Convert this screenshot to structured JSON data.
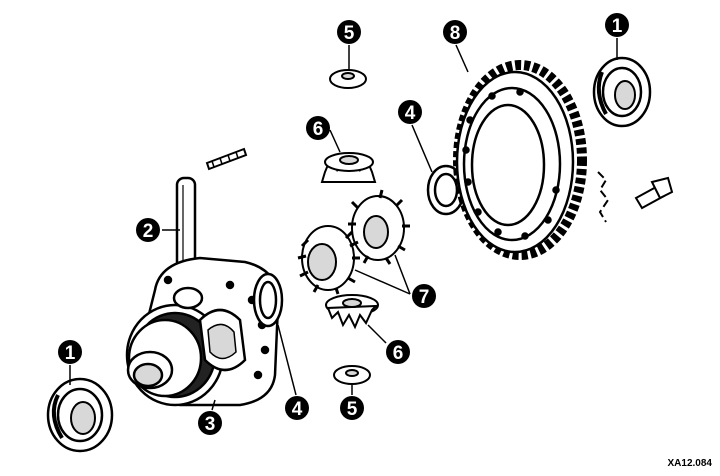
{
  "diagram": {
    "callouts": [
      {
        "id": "c1a",
        "label": "1"
      },
      {
        "id": "c1b",
        "label": "1"
      },
      {
        "id": "c2",
        "label": "2"
      },
      {
        "id": "c3",
        "label": "3"
      },
      {
        "id": "c4a",
        "label": "4"
      },
      {
        "id": "c4b",
        "label": "4"
      },
      {
        "id": "c5a",
        "label": "5"
      },
      {
        "id": "c5b",
        "label": "5"
      },
      {
        "id": "c6a",
        "label": "6"
      },
      {
        "id": "c6b",
        "label": "6"
      },
      {
        "id": "c7",
        "label": "7"
      },
      {
        "id": "c8",
        "label": "8"
      }
    ],
    "figure_code": "XA12.084",
    "colors": {
      "ink": "#000000",
      "paper": "#ffffff",
      "shade": "#d8d8d8"
    }
  }
}
